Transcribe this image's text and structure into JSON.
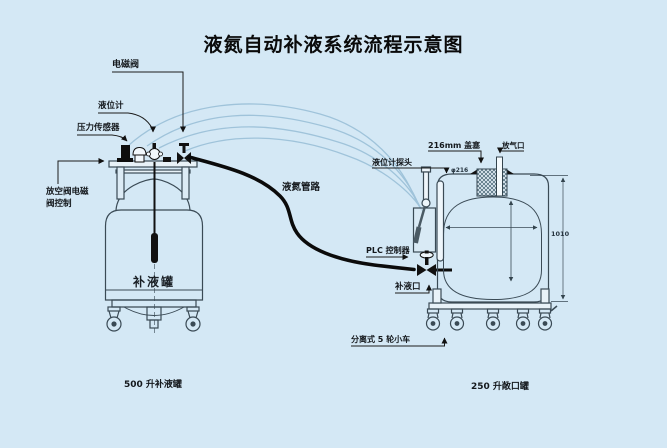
{
  "title": "液氮自动补液系统流程示意图",
  "colors": {
    "background": "#d4e8f5",
    "line_work": "#3a4a55",
    "pipe_black": "#0b0b0b",
    "control_wire_blue": "#9fc3da",
    "label_text": "#14181c"
  },
  "left_tank": {
    "tank_text": "补液罐",
    "caption": "500 升补液罐",
    "label_solenoid_valve": "电磁阀",
    "label_level_gauge": "液位计",
    "label_pressure_sensor": "压力传感器",
    "label_vent_valve_1": "放空阀电磁",
    "label_vent_valve_2": "阀控制"
  },
  "pipeline": {
    "label": "液氮管路"
  },
  "right_tank": {
    "caption": "250 升敞口罐",
    "label_cover_plug": "216mm 盖塞",
    "label_vent_port": "放气口",
    "label_level_probe": "液位计探头",
    "label_plc": "PLC 控制器",
    "label_fill_port": "补液口",
    "label_cart": "分离式 5 轮小车",
    "dim_neck": "φ216",
    "dim_height": "1010"
  }
}
